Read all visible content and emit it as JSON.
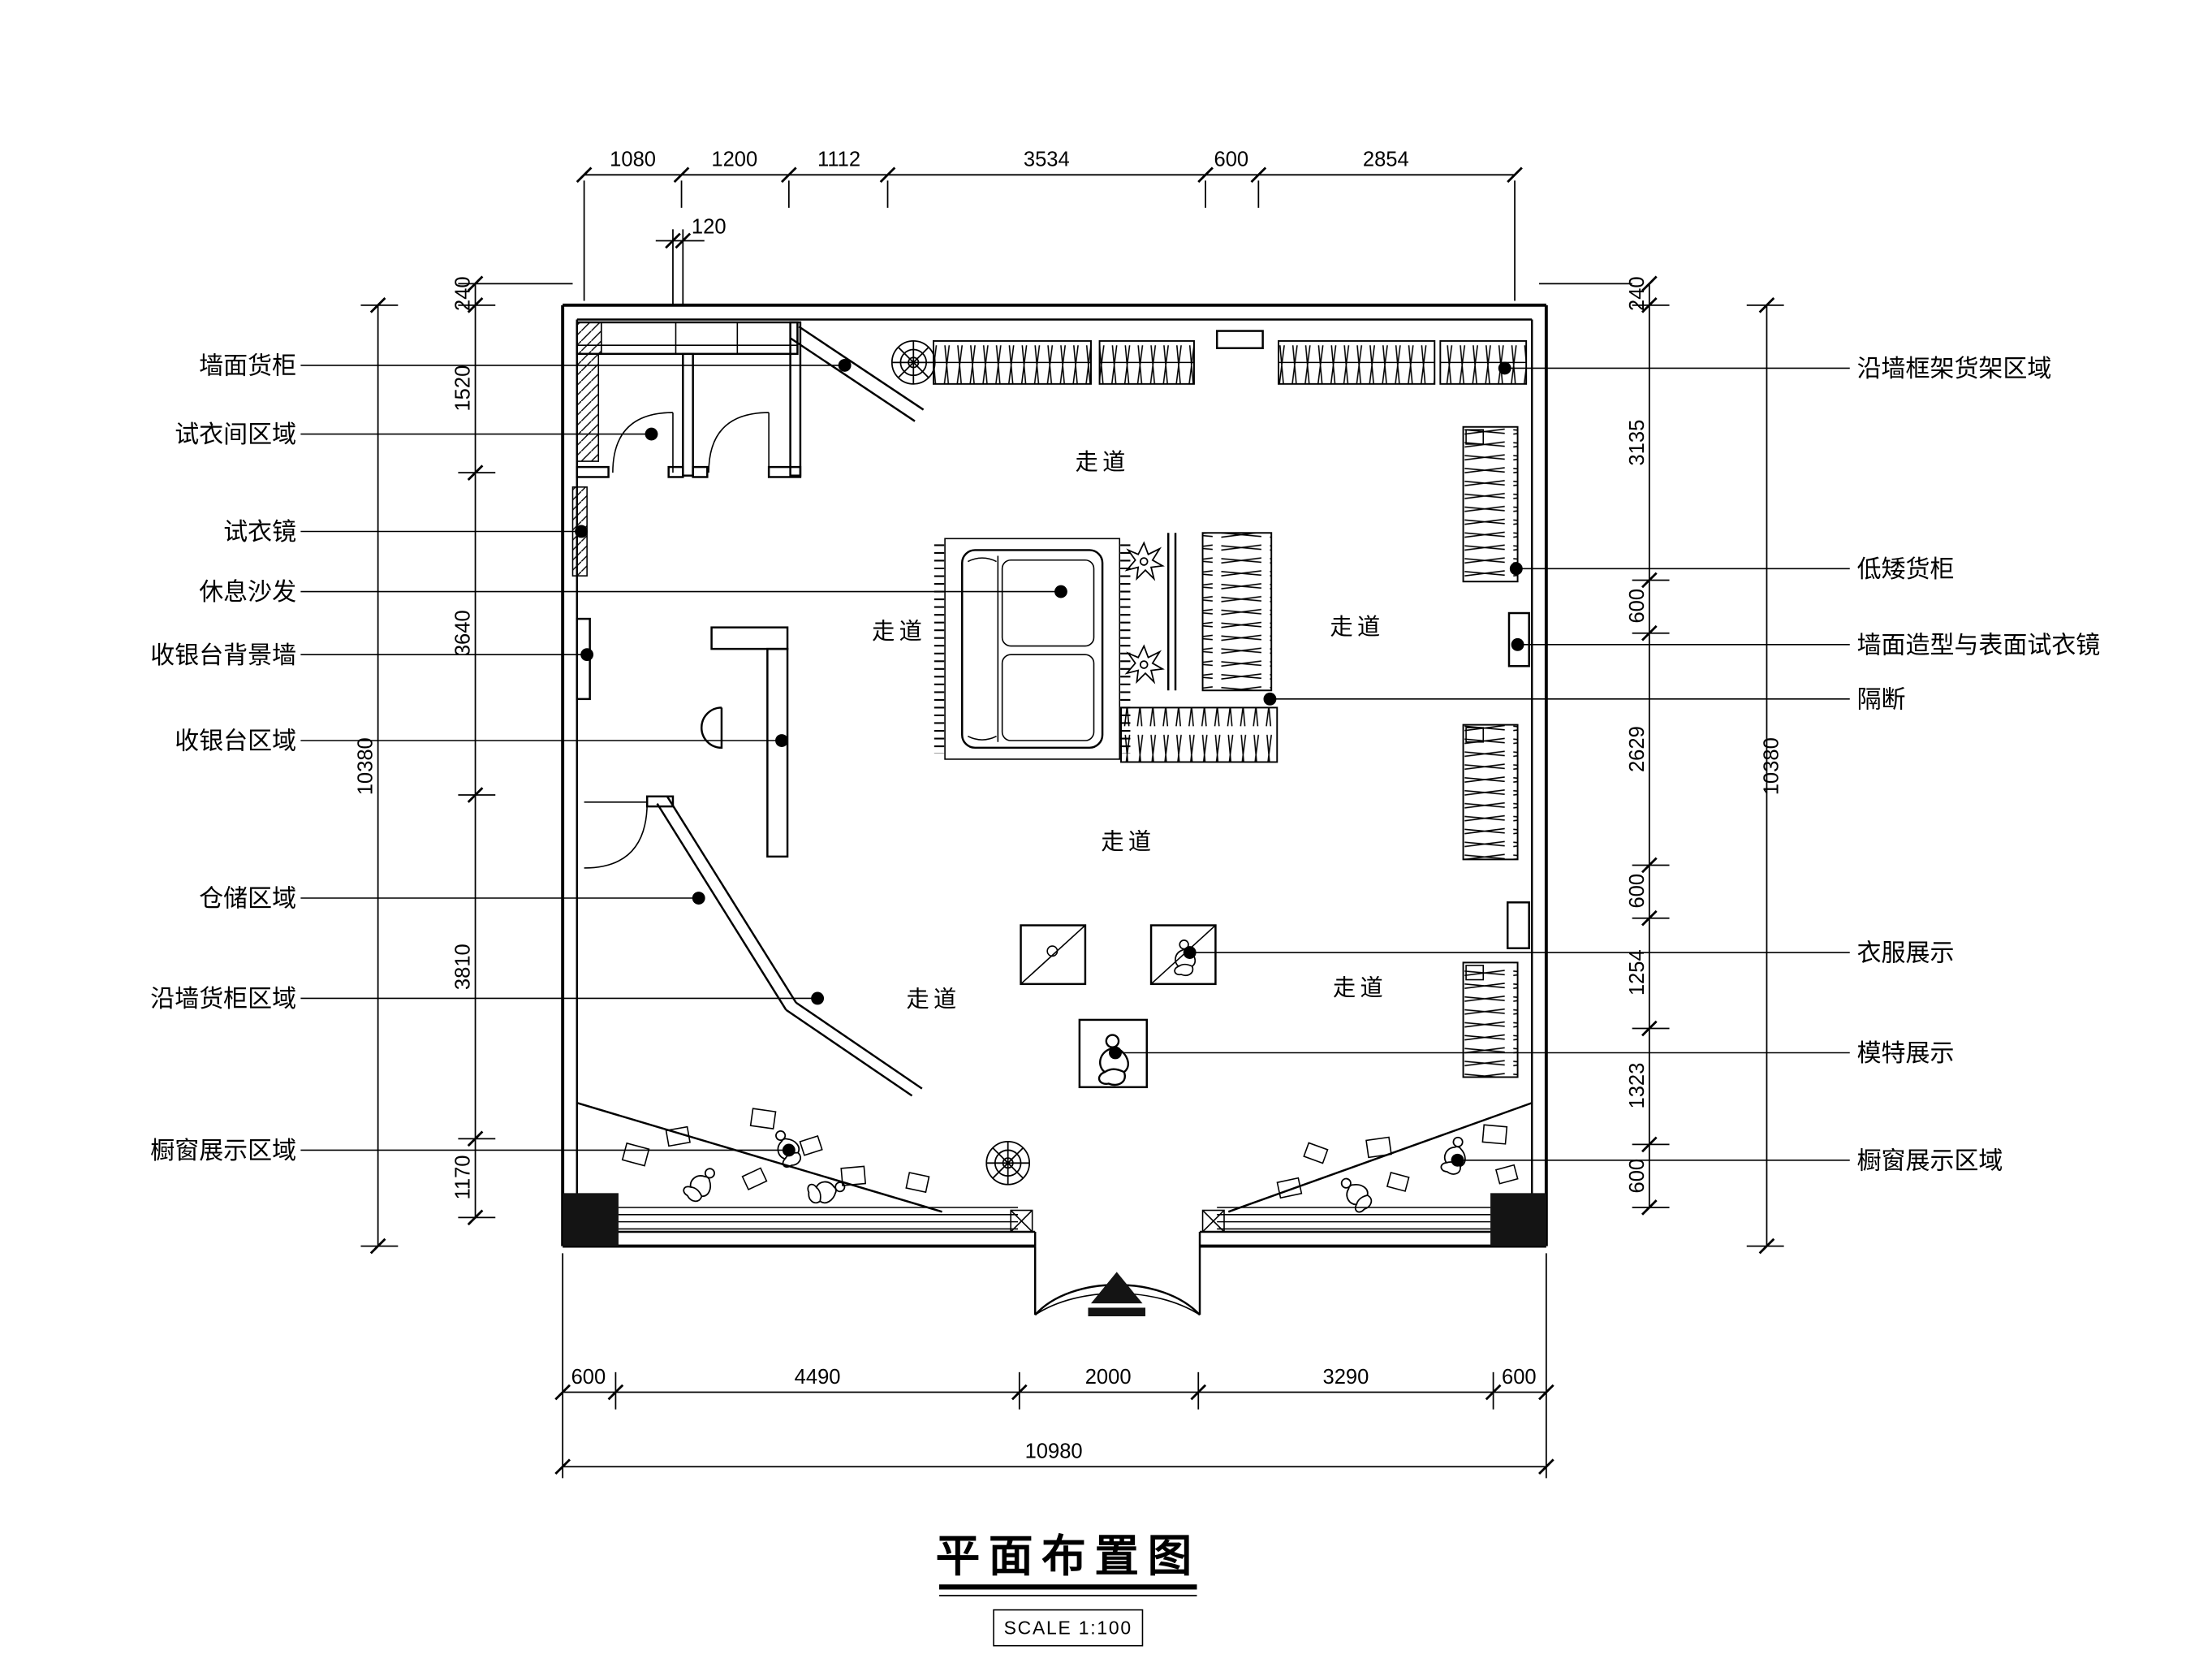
{
  "title": "平面布置图",
  "scale_note": "SCALE 1:100",
  "aisle": "走道",
  "callouts_left": [
    "墙面货柜",
    "试衣间区域",
    "试衣镜",
    "休息沙发",
    "收银台背景墙",
    "收银台区域",
    "仓储区域",
    "沿墙货柜区域",
    "橱窗展示区域"
  ],
  "callouts_right": [
    "沿墙框架货架区域",
    "低矮货柜",
    "墙面造型与表面试衣镜",
    "隔断",
    "衣服展示",
    "模特展示",
    "橱窗展示区域"
  ],
  "dimensions": {
    "top": [
      "1080",
      "1200",
      "1112",
      "3534",
      "600",
      "2854"
    ],
    "top_sub": "120",
    "left": [
      "240",
      "1520",
      "3640",
      "3810",
      "1170"
    ],
    "left_total": "10380",
    "right": [
      "240",
      "3135",
      "600",
      "2629",
      "600",
      "1254",
      "1323",
      "600"
    ],
    "right_total": "10380",
    "bottom": [
      "600",
      "4490",
      "2000",
      "3290",
      "600"
    ],
    "bottom_total": "10980"
  }
}
